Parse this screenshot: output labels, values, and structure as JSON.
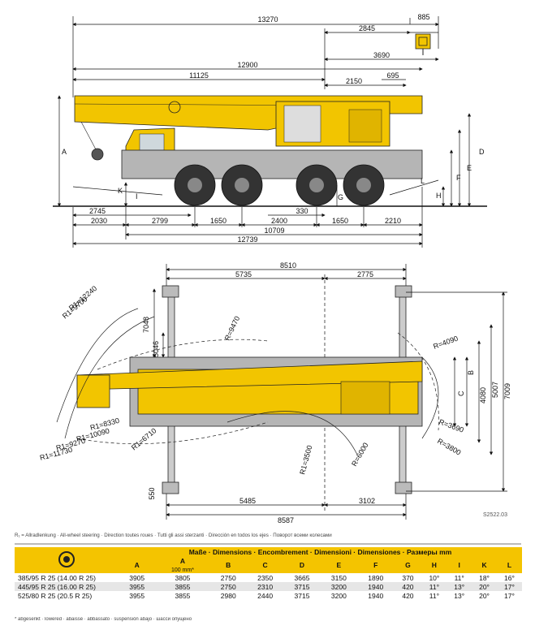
{
  "dims_top": {
    "d13270": "13270",
    "d885": "885",
    "d2845": "2845",
    "d3690": "3690",
    "d12900": "12900",
    "d11125": "11125",
    "d695": "695",
    "d2150": "2150",
    "d2745": "2745",
    "d330": "330",
    "d2030": "2030",
    "d2799": "2799",
    "d1650a": "1650",
    "d2400": "2400",
    "d1650b": "1650",
    "d2210": "2210",
    "d10709": "10709",
    "d12739": "12739"
  },
  "letters": {
    "A": "A",
    "B": "B",
    "C": "C",
    "D": "D",
    "E": "E",
    "F": "F",
    "G": "G",
    "H": "H",
    "I": "I",
    "K": "K",
    "L": "L"
  },
  "dims_plan": {
    "d8510": "8510",
    "d5735": "5735",
    "d2775": "2775",
    "d7048": "7048",
    "d5046": "5046",
    "r12240": "R1=12240",
    "r9700": "R1=9700",
    "r9470": "R=9470",
    "r4090": "R=4090",
    "r8330": "R1=8330",
    "r10090": "R1=10090",
    "r9270": "R1=9270",
    "r11730": "R1=11730",
    "r6710": "R1=6710",
    "r3500": "R1=3500",
    "r6000": "R=6000",
    "r3690": "R=3690",
    "r3800": "R=3800",
    "d4080": "4080",
    "d5007": "5007",
    "d7009": "7009",
    "d550": "550",
    "d5485": "5485",
    "d3102": "3102",
    "d8587": "8587",
    "ref": "S2522.03"
  },
  "legend": "R₁ = Allradlenkung · All-wheel steering · Direction toutes roues · Tutti gli assi sterzanti · Dirección en todos los ejes · Поворот всеми колесами",
  "table": {
    "header_title": "Maße · Dimensions · Encombrement · Dimensioni · Dimensiones · Размеры mm",
    "columns": [
      "A",
      "A",
      "B",
      "C",
      "D",
      "E",
      "F",
      "G",
      "H",
      "I",
      "K",
      "L"
    ],
    "a_sub": "100 mm*",
    "rows": [
      {
        "tyre": "385/95 R 25 (14.00 R 25)",
        "values": [
          "3905",
          "3805",
          "2750",
          "2350",
          "3665",
          "3150",
          "1890",
          "370",
          "10°",
          "11°",
          "18°",
          "16°"
        ]
      },
      {
        "tyre": "445/95 R 25 (16.00 R 25)",
        "values": [
          "3955",
          "3855",
          "2750",
          "2310",
          "3715",
          "3200",
          "1940",
          "420",
          "11°",
          "13°",
          "20°",
          "17°"
        ]
      },
      {
        "tyre": "525/80 R 25 (20.5 R 25)",
        "values": [
          "3955",
          "3855",
          "2980",
          "2440",
          "3715",
          "3200",
          "1940",
          "420",
          "11°",
          "13°",
          "20°",
          "17°"
        ]
      }
    ],
    "footnote": "* abgesenkt · lowered · abaissé · abbassato · suspensión abajo · шасси опущено"
  },
  "colors": {
    "crane": "#f2c500",
    "outline": "#222222",
    "grey": "#9a9a9a"
  }
}
